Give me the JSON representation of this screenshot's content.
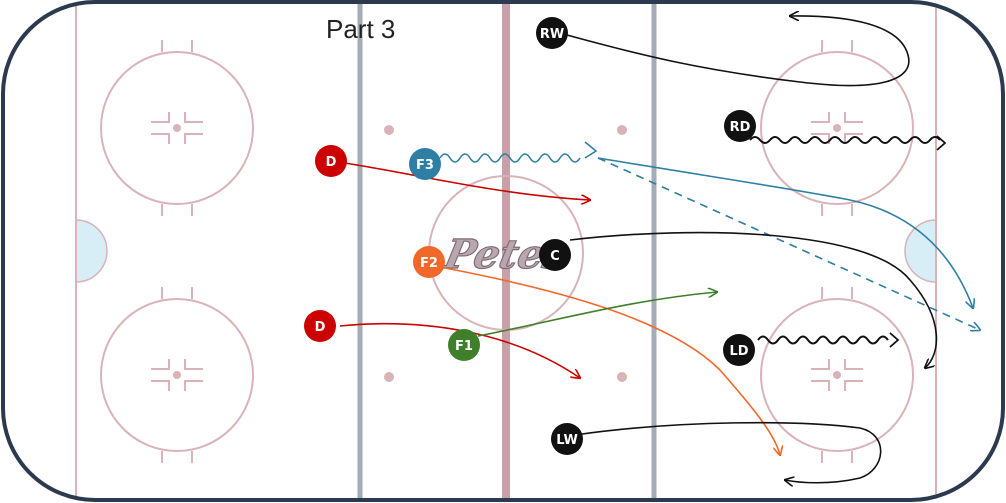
{
  "title": "Part 3",
  "logo": {
    "text": "Petes"
  },
  "colors": {
    "board": "#2c3a4f",
    "lines": "#d9b3b8",
    "blue_line": "#a4acb7",
    "red_line": "#c9a0a7",
    "crease": "#d8eef7",
    "red": "#cc0000",
    "blue": "#2e7fa3",
    "orange": "#f2682a",
    "green": "#3f7f2a",
    "black": "#111111"
  },
  "players": {
    "rw": {
      "label": "RW"
    },
    "rd": {
      "label": "RD"
    },
    "d_top": {
      "label": "D"
    },
    "f3": {
      "label": "F3"
    },
    "c": {
      "label": "C"
    },
    "f2": {
      "label": "F2"
    },
    "d_bottom": {
      "label": "D"
    },
    "f1": {
      "label": "F1"
    },
    "ld": {
      "label": "LD"
    },
    "lw": {
      "label": "LW"
    }
  }
}
